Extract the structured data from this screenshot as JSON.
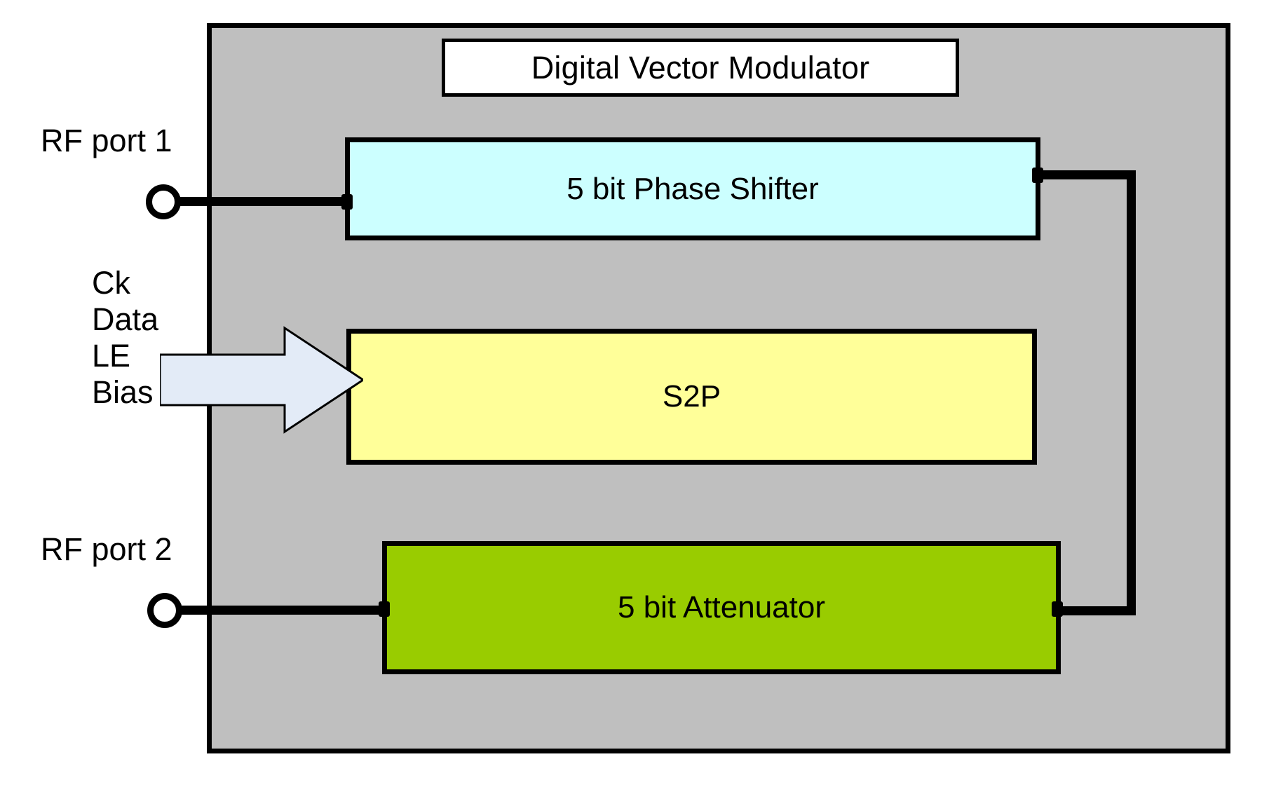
{
  "diagram": {
    "title": "Digital Vector Modulator",
    "background_color": "#ffffff",
    "chip_fill_color": "#bfbfbf",
    "outline_color": "#000000"
  },
  "blocks": [
    {
      "id": "phase-shifter",
      "label": "5 bit Phase Shifter",
      "fill_color": "#ccffff"
    },
    {
      "id": "s2p",
      "label": "S2P",
      "fill_color": "#ffff99"
    },
    {
      "id": "attenuator",
      "label": "5 bit Attenuator",
      "fill_color": "#99cc00"
    }
  ],
  "ports": [
    {
      "id": "rf-port-1",
      "label": "RF port 1",
      "symbol": "circle-terminal"
    },
    {
      "id": "rf-port-2",
      "label": "RF port 2",
      "symbol": "circle-terminal"
    }
  ],
  "control_bus": {
    "arrow_fill_color": "#e3ebf7",
    "signals": [
      {
        "label": "Ck"
      },
      {
        "label": "Data"
      },
      {
        "label": "LE"
      },
      {
        "label": "Bias"
      }
    ]
  }
}
